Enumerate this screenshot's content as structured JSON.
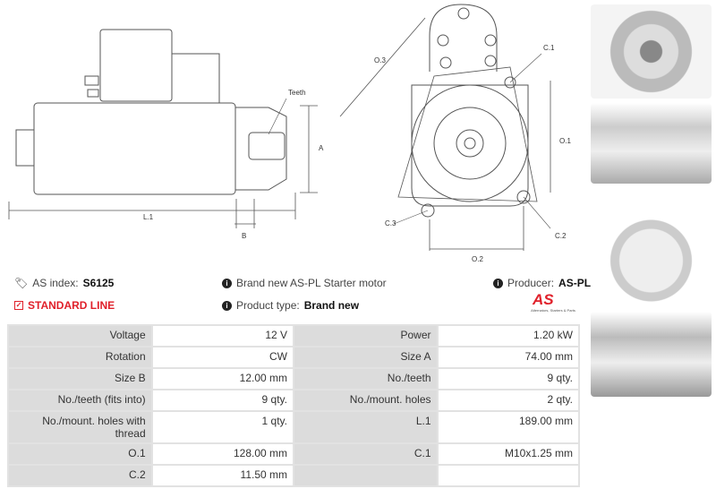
{
  "drawing": {
    "teeth_label": "Teeth",
    "dim_a": "A",
    "dim_b": "B",
    "dim_l1": "L.1",
    "dim_o1": "O.1",
    "dim_o2": "O.2",
    "dim_o3": "O.3",
    "dim_c1": "C.1",
    "dim_c2": "C.2",
    "dim_c3": "C.3"
  },
  "info": {
    "as_index_label": "AS index:",
    "as_index_value": "S6125",
    "line": "STANDARD LINE",
    "description": "Brand new AS-PL Starter motor",
    "product_type_label": "Product type:",
    "product_type_value": "Brand new",
    "producer_label": "Producer:",
    "producer_value": "AS-PL",
    "logo_text": "AS",
    "logo_tagline": "Alternators, Starters & Parts"
  },
  "colors": {
    "accent": "#e0202a",
    "label_bg": "#dcdcdc"
  },
  "specs": [
    [
      "Voltage",
      "12 V",
      "Power",
      "1.20 kW"
    ],
    [
      "Rotation",
      "CW",
      "Size A",
      "74.00 mm"
    ],
    [
      "Size B",
      "12.00 mm",
      "No./teeth",
      "9 qty."
    ],
    [
      "No./teeth (fits into)",
      "9 qty.",
      "No./mount. holes",
      "2 qty."
    ],
    [
      "No./mount. holes with thread",
      "1 qty.",
      "L.1",
      "189.00 mm"
    ],
    [
      "O.1",
      "128.00 mm",
      "C.1",
      "M10x1.25 mm"
    ],
    [
      "C.2",
      "11.50 mm",
      "",
      ""
    ]
  ]
}
